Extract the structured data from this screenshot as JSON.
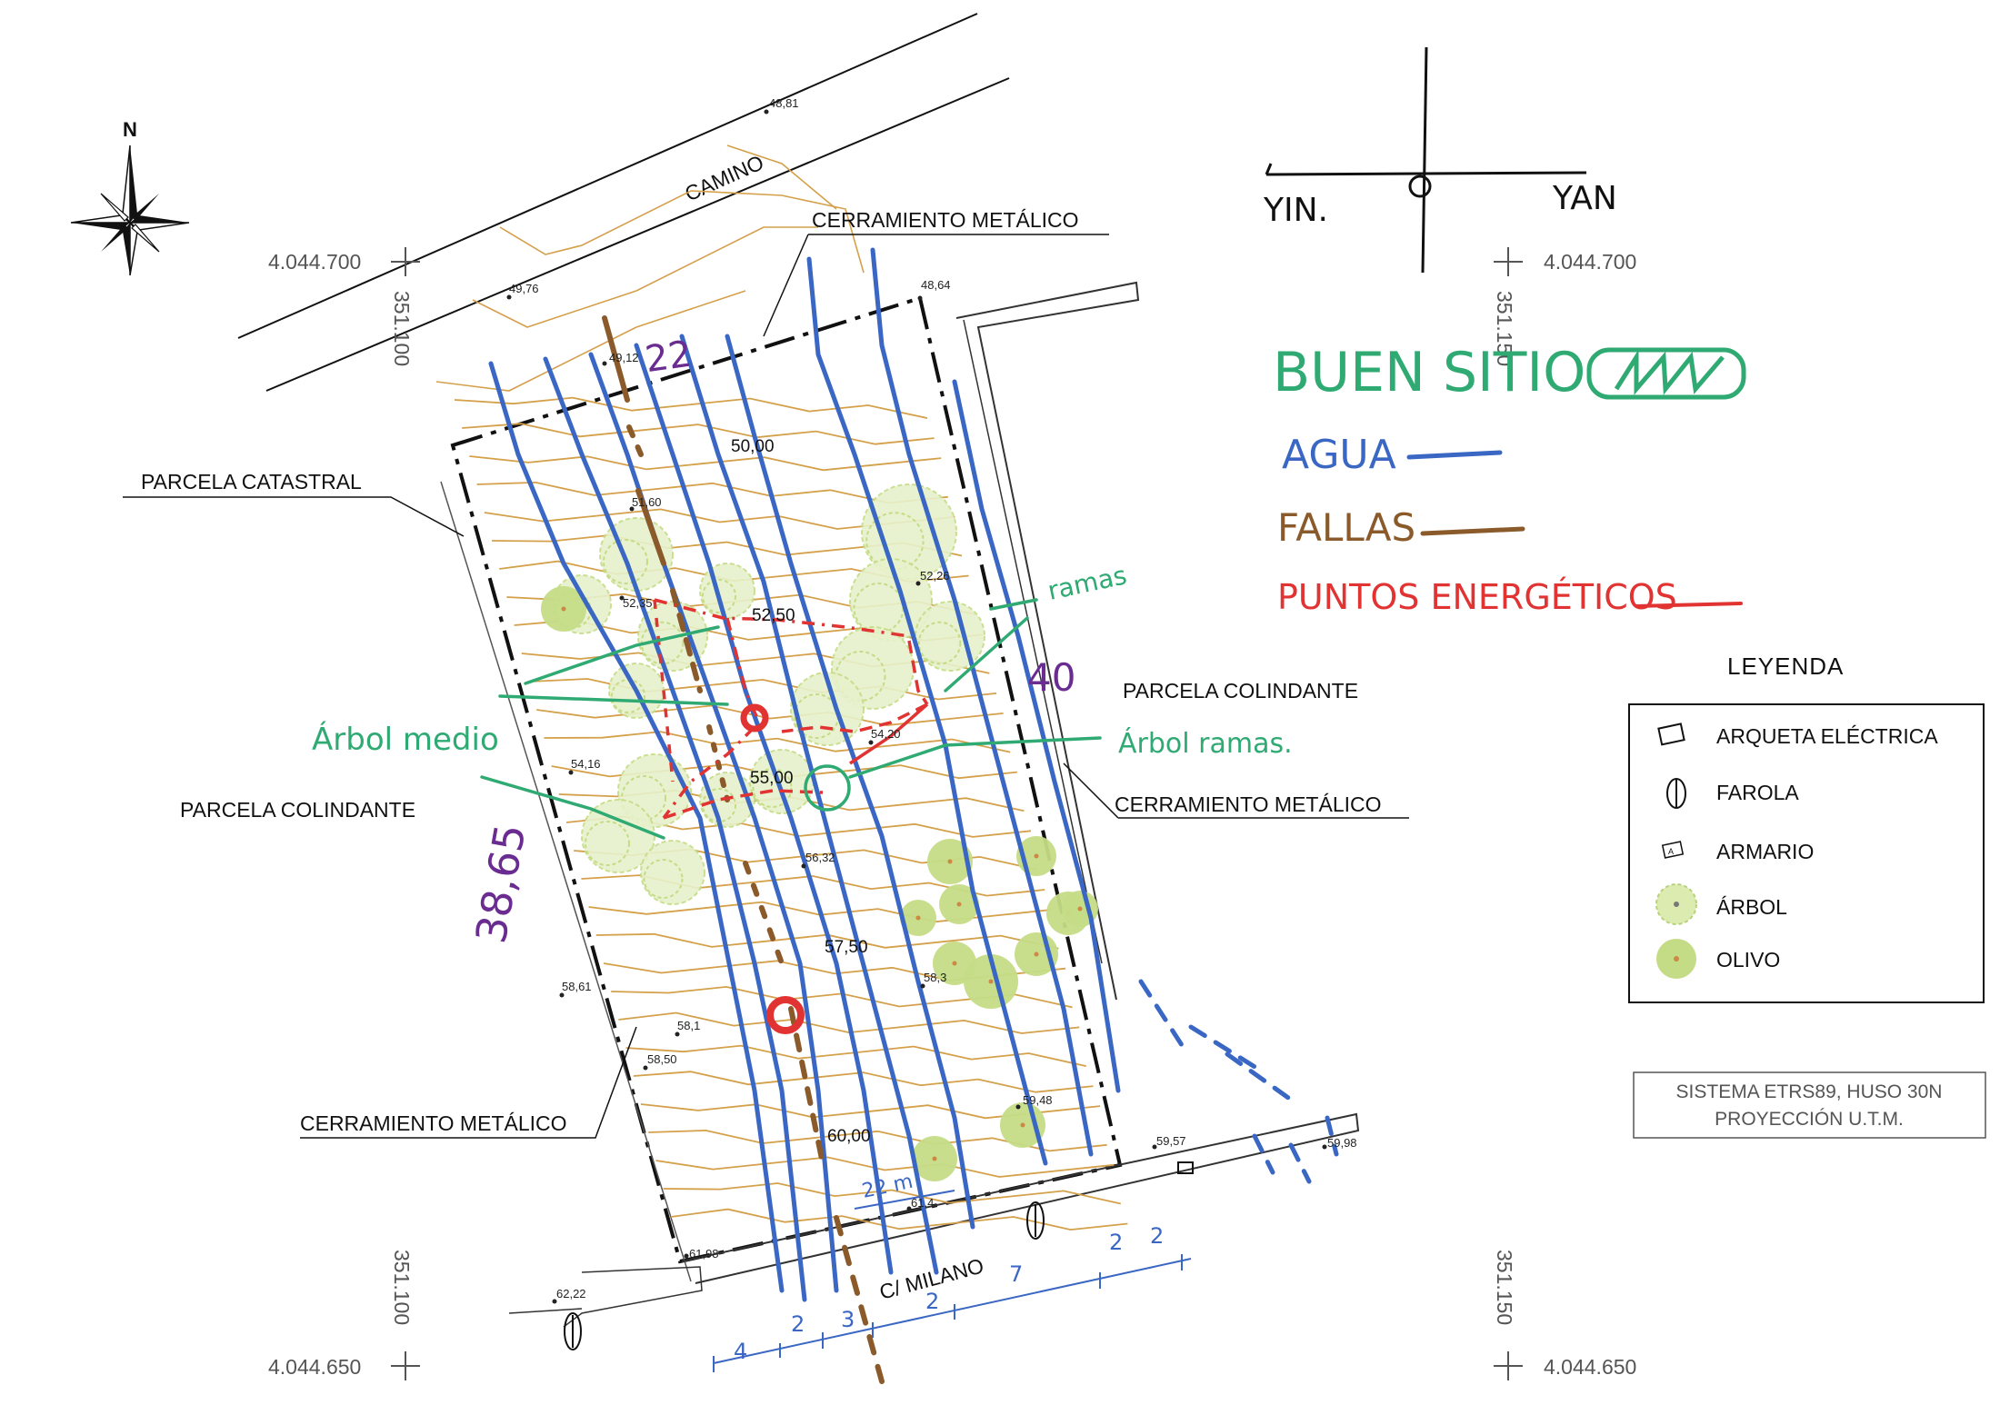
{
  "north": {
    "label": "N"
  },
  "road": {
    "label": "CAMINO"
  },
  "street": {
    "label": "C/ MILANO"
  },
  "labels": {
    "cerramiento_top": "CERRAMIENTO METÁLICO",
    "cerramiento_right": "CERRAMIENTO METÁLICO",
    "cerramiento_bottom": "CERRAMIENTO METÁLICO",
    "parcela_catastral": "PARCELA CATASTRAL",
    "parcela_colindante_left": "PARCELA COLINDANTE",
    "parcela_colindante_right": "PARCELA COLINDANTE"
  },
  "coordinates": {
    "tl_north": "4.044.700",
    "tr_north": "4.044.700",
    "bl_north": "4.044.650",
    "br_north": "4.044.650",
    "top_left_east": "351.100",
    "top_right_east": "351.150",
    "bottom_left_east": "351.100",
    "bottom_right_east": "351.150"
  },
  "contours": [
    "50,00",
    "52,50",
    "55,00",
    "57,50",
    "60,00"
  ],
  "spot_heights": [
    "48,81",
    "49,76",
    "48,64",
    "49,12",
    "51,60",
    "52,35",
    "52,26",
    "54,20",
    "54,16",
    "56,32",
    "58,61",
    "58,1",
    "58,50",
    "58,3",
    "59,48",
    "59,57",
    "59,98",
    "61,98",
    "62,22",
    "61,4"
  ],
  "handwritten": {
    "yin": "YIN.",
    "yan": "YAN",
    "buen_sitio": "BUEN SITIO",
    "agua": "AGUA",
    "fallas": "FALLAS",
    "puntos": "PUNTOS ENERGÉTICOS",
    "ramas_top": "ramas",
    "arbol_medio": "Árbol medio",
    "arbol_ramas": "Árbol ramas.",
    "dim_top": "22",
    "dim_right": "40",
    "dim_left": "38,65",
    "dim_inner": "22 m",
    "bottom_dims": [
      "4",
      "2",
      "3",
      "2",
      "7",
      "2",
      "2"
    ]
  },
  "legend": {
    "title": "LEYENDA",
    "items": [
      {
        "label": "ARQUETA ELÉCTRICA",
        "icon": "square-icon"
      },
      {
        "label": "FAROLA",
        "icon": "lamp-icon"
      },
      {
        "label": "ARMARIO",
        "icon": "cabinet-icon"
      },
      {
        "label": "ÁRBOL",
        "icon": "tree-icon"
      },
      {
        "label": "OLIVO",
        "icon": "olive-icon"
      }
    ]
  },
  "system": {
    "line1": "SISTEMA ETRS89, HUSO 30N",
    "line2": "PROYECCIÓN U.T.M."
  },
  "colors": {
    "water": "#3a66c4",
    "fault": "#8b5a2b",
    "energy": "#e23333",
    "good_site": "#2faa72",
    "contour": "#d4a04a",
    "tree": "#c5dc86",
    "dimension": "#6a2c91"
  }
}
